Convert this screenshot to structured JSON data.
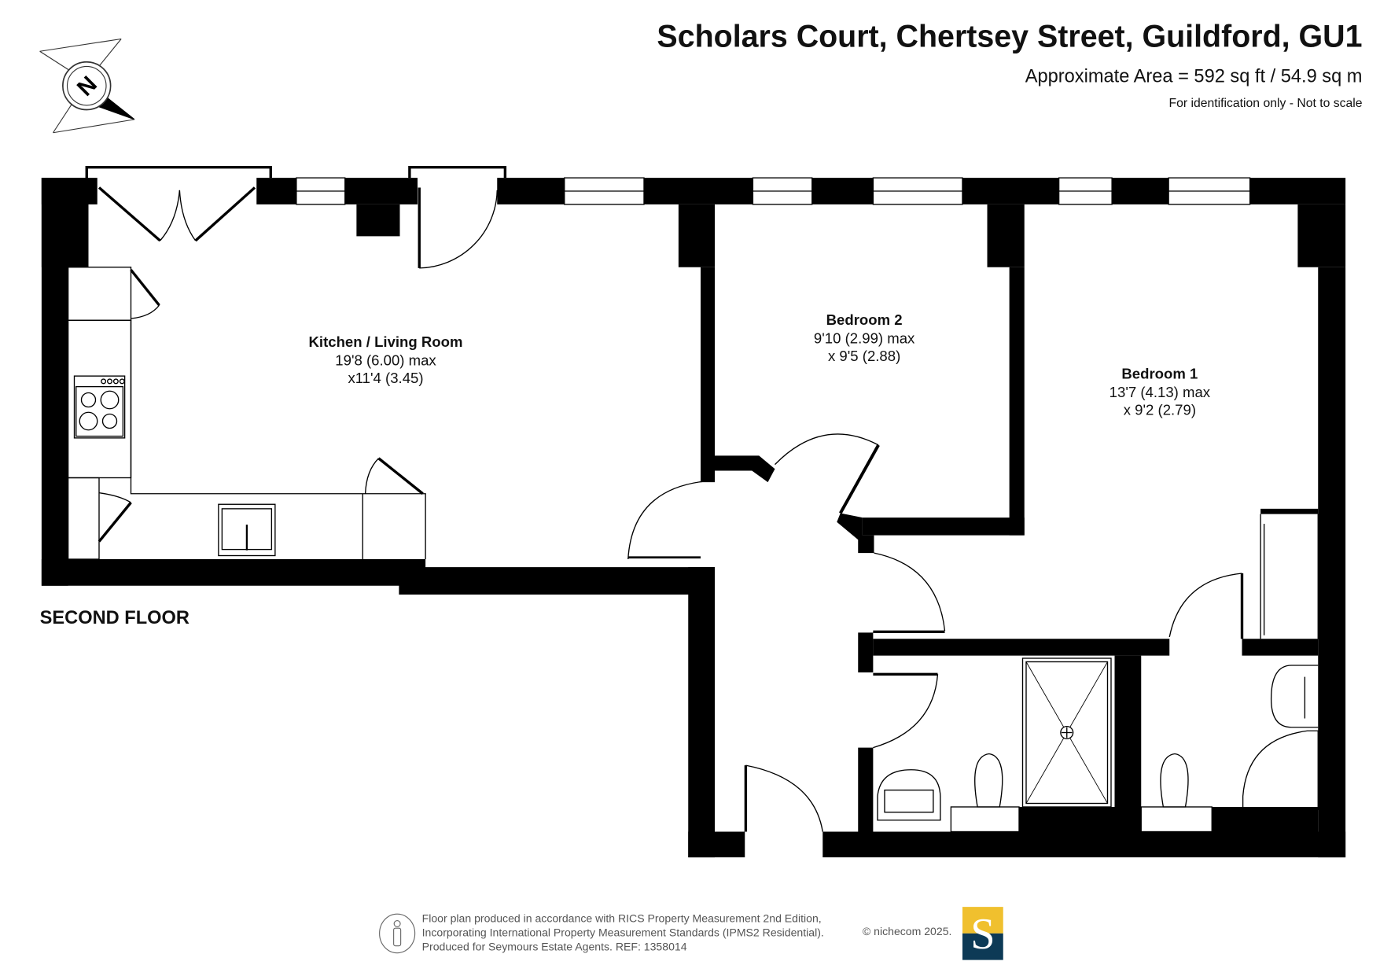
{
  "header": {
    "title": "Scholars Court, Chertsey Street, Guildford, GU1",
    "area": "Approximate Area = 592 sq ft / 54.9 sq m",
    "disclaimer": "For identification only - Not to scale"
  },
  "compass": {
    "label": "N"
  },
  "floor_label": "SECOND FLOOR",
  "rooms": [
    {
      "name": "Kitchen / Living Room",
      "dim1": "19'8 (6.00) max",
      "dim2": "x11'4 (3.45)"
    },
    {
      "name": "Bedroom 2",
      "dim1": "9'10 (2.99) max",
      "dim2": "x 9'5 (2.88)"
    },
    {
      "name": "Bedroom 1",
      "dim1": "13'7 (4.13) max",
      "dim2": "x 9'2 (2.79)"
    }
  ],
  "footer": {
    "line1": "Floor plan produced in accordance with RICS Property Measurement 2nd Edition,",
    "line2": "Incorporating International Property Measurement Standards (IPMS2 Residential).",
    "line3": "Produced for Seymours Estate Agents.   REF: 1358014",
    "copyright": "© nichecom 2025.",
    "logo_letter": "S"
  },
  "colors": {
    "wall": "#000000",
    "logo_top": "#f0c02e",
    "logo_bottom": "#0d3a56"
  }
}
